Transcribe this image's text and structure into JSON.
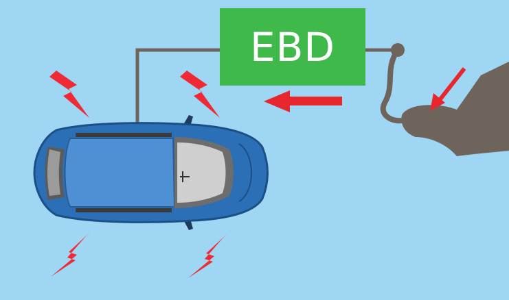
{
  "diagram": {
    "module_label": "EBD",
    "colors": {
      "background": "#9ed6f4",
      "module": "#3fb94a",
      "wire": "#6f645b",
      "arrow": "#e8262d",
      "brake_signal": "#ef2a34",
      "car_body": "#2b6fb7",
      "pedal": "#6f645b"
    },
    "icons": [
      "car-top-view",
      "brake-pedal",
      "lightning-bolt",
      "arrow-left"
    ]
  }
}
